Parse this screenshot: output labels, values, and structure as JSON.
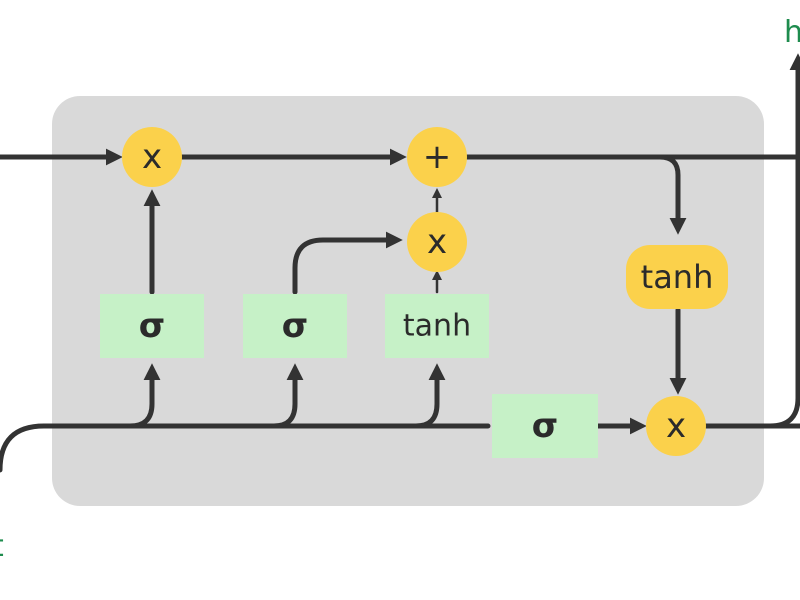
{
  "colors": {
    "cell_bg": "#d9d9d9",
    "op_circle": "#fbd14b",
    "gate_box": "#c6f1c7",
    "wire": "#333333",
    "edge_label": "#1e8c4e"
  },
  "ops": {
    "forget_mul": "x",
    "cell_add": "+",
    "input_mul": "x",
    "output_mul": "x"
  },
  "gates": {
    "forget": "σ",
    "input": "σ",
    "candidate": "tanh",
    "output": "σ"
  },
  "cell_tanh": "tanh",
  "edge_labels": {
    "top_right": "h",
    "bottom_left": "t"
  }
}
